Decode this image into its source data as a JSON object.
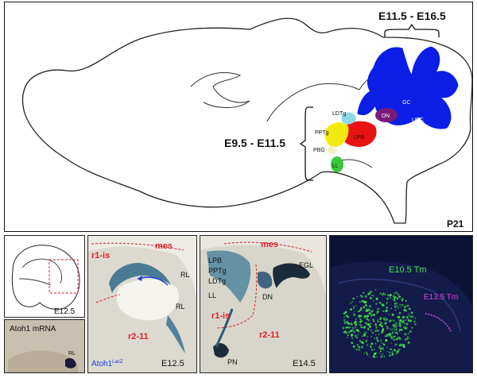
{
  "top": {
    "bracket_top_label": "E11.5 - E16.5",
    "bracket_left_label": "E9.5 - E11.5",
    "age_label": "P21",
    "regions": {
      "gc": "GC",
      "dn": "DN",
      "ubc": "UBC",
      "ldtg": "LDTg",
      "pptg": "PPTg",
      "lpb": "LPB",
      "pbg": "PBG",
      "ll": "LL"
    }
  },
  "panel_e12_sketch": {
    "age_label": "E12.5"
  },
  "panel_atoh_mrna": {
    "title": "Atoh1 mRNA",
    "rl": "RL"
  },
  "panel_e12_5": {
    "mes": "mes",
    "r1is": "r1-is",
    "rl_upper": "RL",
    "rl_lower": "RL",
    "r2_11": "r2-11",
    "reporter": "Atoh1",
    "reporter_sup": "LacZ",
    "age_label": "E12.5"
  },
  "panel_e14_5": {
    "mes": "mes",
    "lpb": "LPB",
    "pptg": "PPTg",
    "ldtg": "LDTg",
    "ll": "LL",
    "dn": "DN",
    "egl": "EGL",
    "r1is": "r1-is",
    "r2_11": "r2-11",
    "pn": "PN",
    "age_label": "E14.5"
  },
  "panel_fluor": {
    "label_e10": "E10.5 Tm",
    "label_e13": "E13.5 Tm"
  },
  "colors": {
    "gc_blue": "#0a1ee6",
    "dn_purple": "#7a1a78",
    "lpb_red": "#e81414",
    "yellow": "#f2ea0e",
    "ldtg_cyan": "#8fd8e8",
    "ll_green": "#3ac83a",
    "annot_red": "#e0202a",
    "fluor_green": "#3ee84a",
    "fluor_magenta": "#e040e8"
  }
}
